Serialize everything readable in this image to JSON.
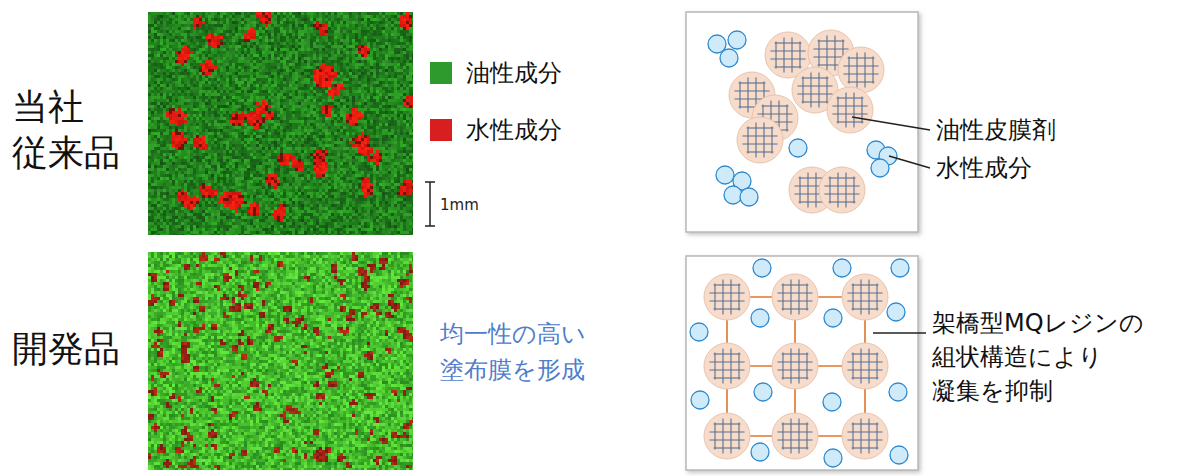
{
  "diagram": {
    "labels": [
      "当社 従来品",
      "開発品",
      "1mm",
      "均一性の高い 塗布膜を形成",
      "油性皮膜剤",
      "水性成分",
      "架橋型MQレジンの 組状構造により 凝集を抑制"
    ],
    "legend": [
      {
        "text": "油性成分",
        "color": "#2e9a2e"
      },
      {
        "text": "水性成分",
        "color": "#d81e1e"
      }
    ]
  }
}
